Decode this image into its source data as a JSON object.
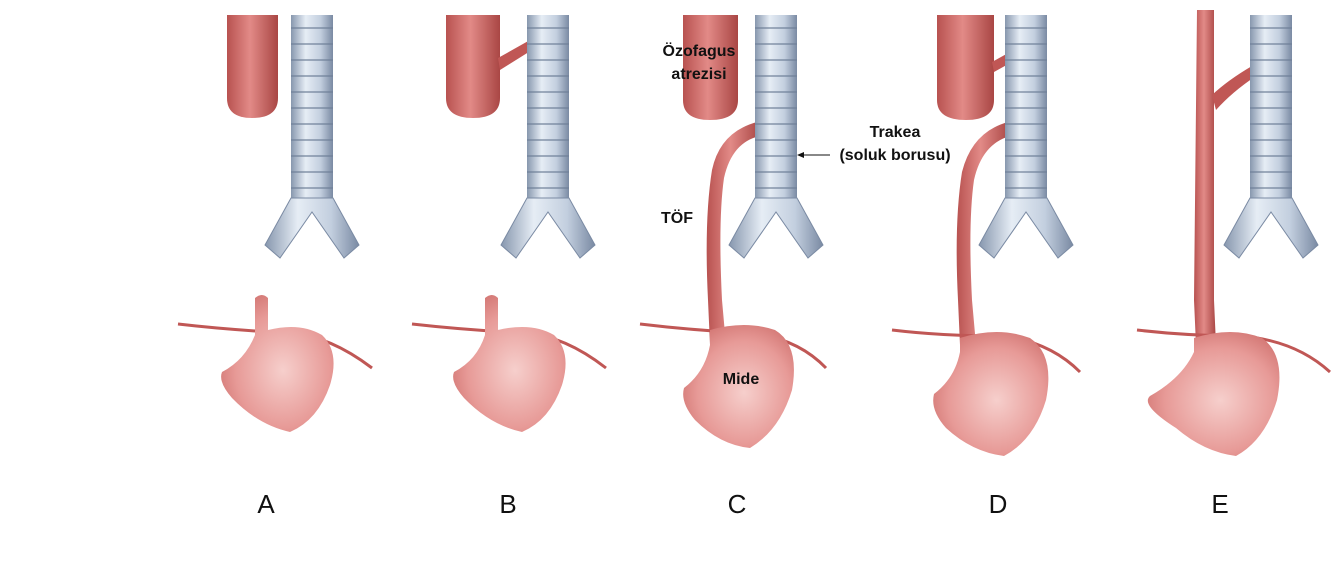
{
  "panels": [
    {
      "letter": "A"
    },
    {
      "letter": "B"
    },
    {
      "letter": "C"
    },
    {
      "letter": "D"
    },
    {
      "letter": "E"
    }
  ],
  "labels": {
    "esophagus_line1": "Özofagus",
    "esophagus_line2": "atrezisi",
    "trachea_line1": "Trakea",
    "trachea_line2": "(soluk borusu)",
    "tof": "TÖF",
    "stomach": "Mide"
  },
  "colors": {
    "esophagus": "#c9605e",
    "esophagus_dark": "#a84846",
    "stomach": "#e08a88",
    "stomach_light": "#f3c0bd",
    "trachea_ring": "#c8d3e2",
    "trachea_dark": "#7d8ea8",
    "text": "#111111"
  }
}
